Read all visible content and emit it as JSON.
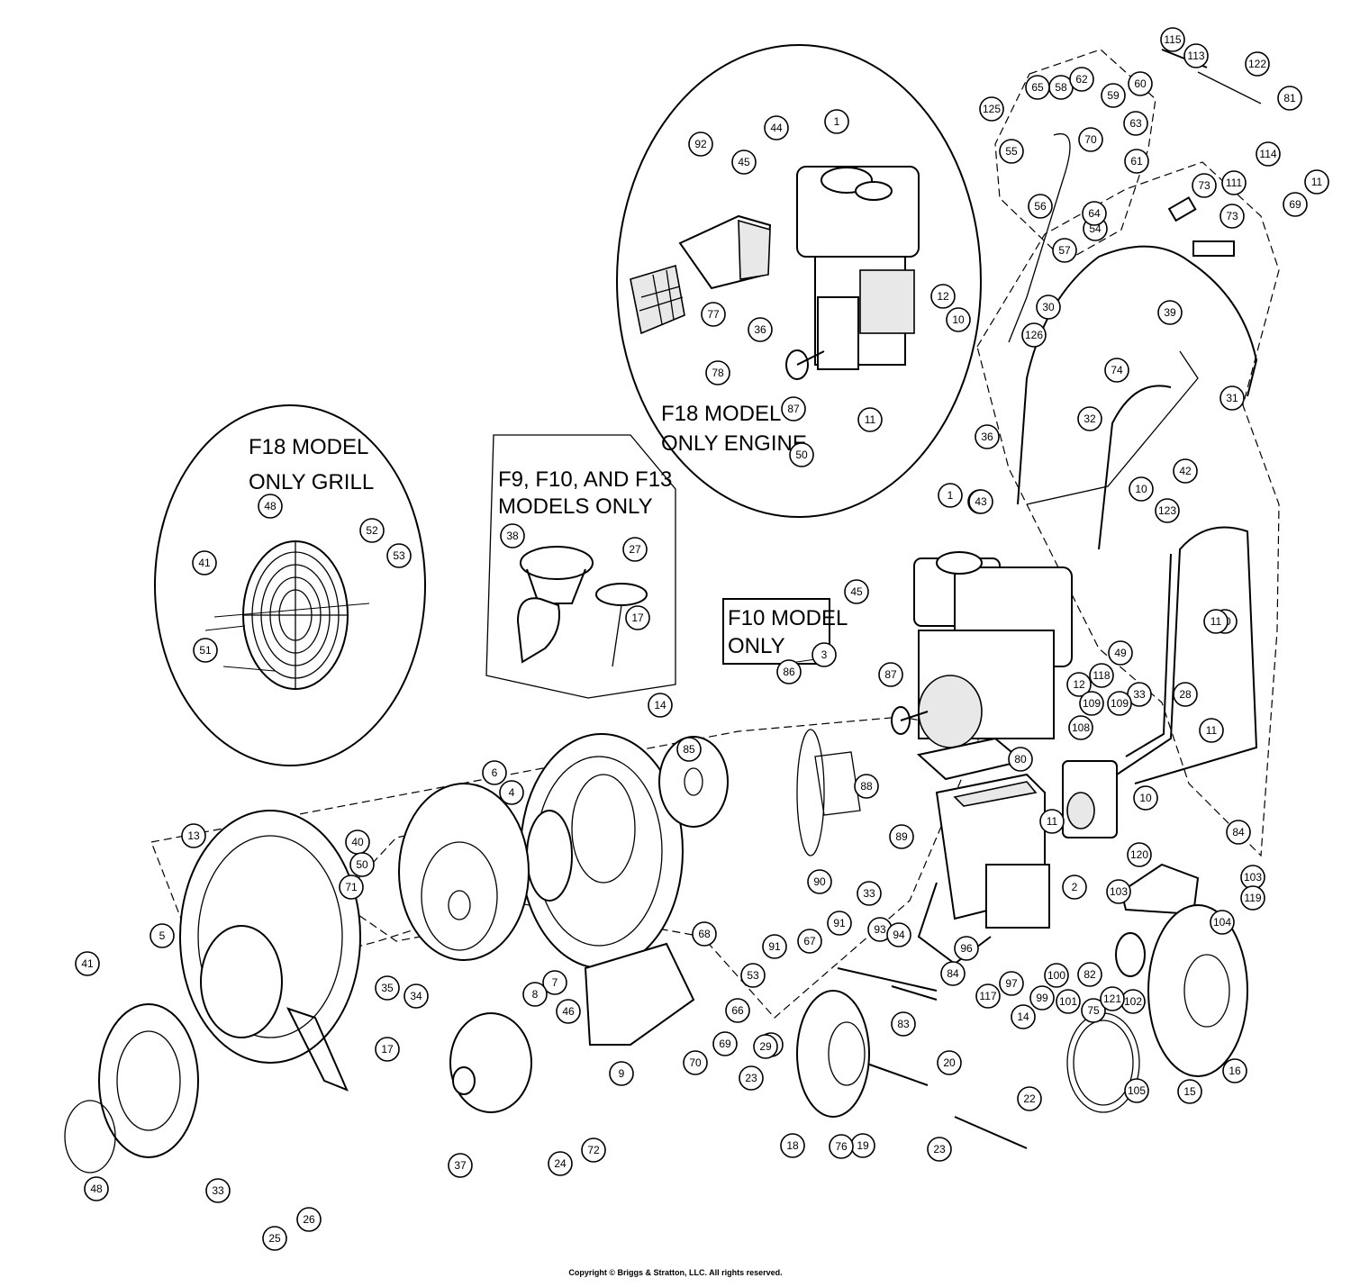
{
  "labels": {
    "grill_inset": [
      "F18 MODEL",
      "ONLY GRILL"
    ],
    "engine_inset": [
      "F18 MODEL",
      "ONLY ENGINE"
    ],
    "adapter_box": [
      "F9, F10, AND F13",
      "MODELS ONLY"
    ],
    "f10_box": [
      "F10 MODEL",
      "ONLY"
    ]
  },
  "copyright": "Copyright © Briggs & Stratton, LLC. All rights reserved.",
  "callouts": [
    "1",
    "1",
    "3",
    "2",
    "4",
    "5",
    "6",
    "7",
    "8",
    "9",
    "10",
    "10",
    "10",
    "10",
    "11",
    "11",
    "11",
    "11",
    "11",
    "12",
    "12",
    "13",
    "14",
    "14",
    "15",
    "16",
    "17",
    "17",
    "18",
    "19",
    "20",
    "21",
    "22",
    "23",
    "23",
    "24",
    "25",
    "26",
    "27",
    "28",
    "29",
    "30",
    "31",
    "32",
    "33",
    "33",
    "33",
    "34",
    "35",
    "36",
    "36",
    "37",
    "38",
    "39",
    "40",
    "41",
    "41",
    "42",
    "43",
    "43",
    "44",
    "45",
    "45",
    "46",
    "48",
    "48",
    "49",
    "50",
    "50",
    "51",
    "52",
    "53",
    "53",
    "54",
    "55",
    "56",
    "57",
    "58",
    "59",
    "60",
    "61",
    "62",
    "63",
    "64",
    "65",
    "66",
    "67",
    "68",
    "69",
    "69",
    "70",
    "70",
    "71",
    "72",
    "73",
    "73",
    "74",
    "75",
    "76",
    "77",
    "78",
    "80",
    "81",
    "82",
    "83",
    "84",
    "84",
    "85",
    "86",
    "87",
    "87",
    "88",
    "89",
    "90",
    "91",
    "91",
    "92",
    "93",
    "94",
    "96",
    "97",
    "99",
    "100",
    "101",
    "102",
    "103",
    "103",
    "104",
    "105",
    "108",
    "109",
    "109",
    "111",
    "113",
    "114",
    "115",
    "117",
    "118",
    "119",
    "120",
    "121",
    "122",
    "123",
    "125",
    "126"
  ]
}
